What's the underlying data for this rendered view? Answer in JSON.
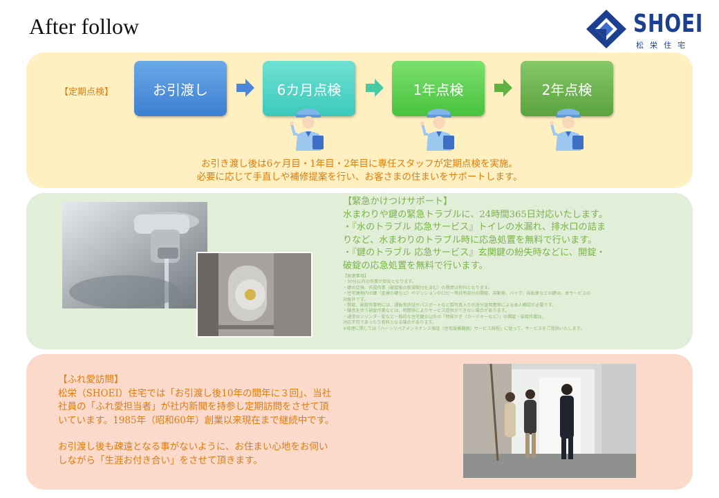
{
  "header": {
    "title": "After follow",
    "logo_text": "SHOEI",
    "logo_sub": "松栄住宅"
  },
  "inspection": {
    "tag": "【定期点検】",
    "steps": [
      "お引渡し",
      "6カ月点検",
      "1年点検",
      "2年点検"
    ],
    "description_lines": [
      "お引き渡し後は6ヶ月目・1年目・2年目に専任スタッフが定期点検を実施。",
      "必要に応じて手直しや補修提案を行い、お客さまの住まいをサポートします。"
    ]
  },
  "emergency": {
    "lines": [
      "【緊急かけつけサポート】",
      "水まわりや鍵の緊急トラブルに、24時間365日対応いたします。",
      "・『水のトラブル 応急サービス』トイレの水漏れ、排水口の詰ま",
      "りなど、水まわりのトラブル時に応急処置を無料で行います。",
      "・『鍵のトラブル 応急サービス』玄関鍵の紛失時などに、開錠・",
      "破錠の応急処置を無料で行います。"
    ],
    "notes": [
      "【留意事項】",
      "・30分以内の作業が目安となります。",
      "・鍵の交換、作成作業（破錠後の新規取付を含む）の費用は有料となります。",
      "・住宅建物内の鍵（金庫の鍵など）やマンションのロビー等共有部分の開錠、自動車、バイク、自転車などの鍵は、本サービスの",
      "対象外です。",
      "・開錠、破錠作業時には、運転免許証やパスポートなど顔写真入りの身分証明書等による本人確認が必要です。",
      "・騒音を伴う破錠作業などは、時間帯によりサービス提供ができない場合があります。",
      "・通常のシリンダー錠など一般的な住宅鍵の以外の「特殊かぎ（カードキーなど）」の開錠・破錠作業は、",
      "対応不可であったり有料となる場合があります。",
      "※修理に関しては「ハーンリペアメンテナンス保証（住宅設備機器）サービス規程」に従って、サービスをご提供いたします。"
    ]
  },
  "fureai": {
    "tag": "【ふれ愛訪問】",
    "paragraph1_lines": [
      "松栄（SHOEI）住宅では「お引渡し後10年の間年に３回」、当社",
      "社員の「ふれ愛担当者」が社内新聞を持参し定期訪問をさせて頂",
      "いています。1985年（昭和60年）創業以来現在まで継続中です。"
    ],
    "paragraph2_lines": [
      "お引渡し後も疎遠となる事がないように、お住まい心地をお伺い",
      "しながら「生涯お付き合い」をさせて頂きます。"
    ]
  },
  "colors": {
    "accent_orange": "#e07d0b",
    "accent_green": "#79b24a",
    "logo_blue": "#1d3f8f",
    "panel_yellow": "#fff0c2",
    "panel_green": "#e2efd8",
    "panel_pink": "#fbd9cb"
  },
  "icons": [
    "right-arrow-icon",
    "staff-clipboard-icon",
    "shoei-logo-icon"
  ]
}
